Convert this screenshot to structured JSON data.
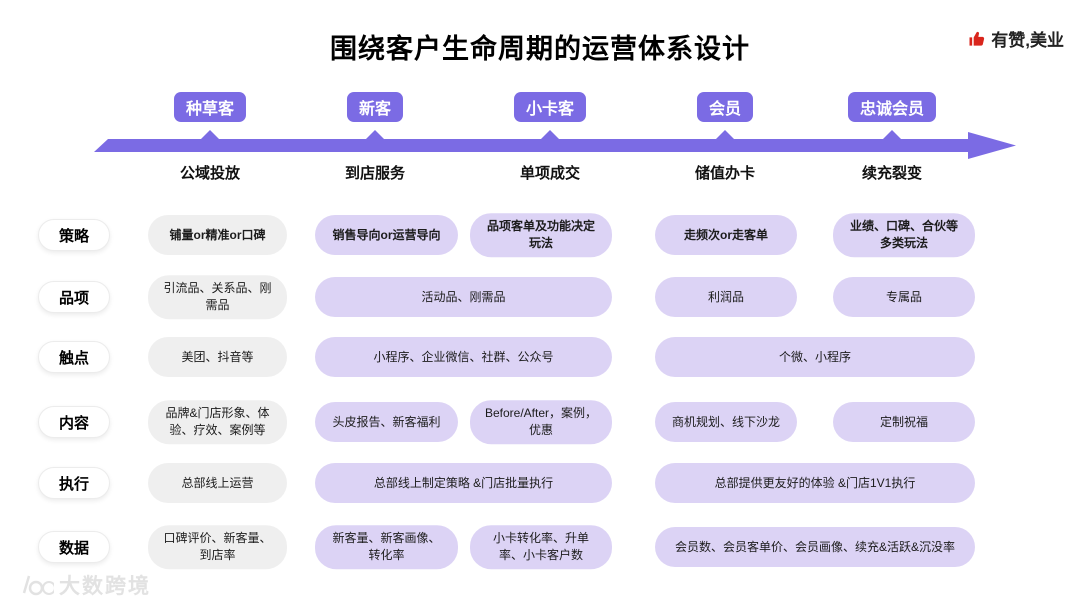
{
  "title": "围绕客户生命周期的运营体系设计",
  "brand": {
    "name": "有赞,美业",
    "icon": "thumbs-up-icon"
  },
  "timeline": {
    "stages": [
      {
        "badge": "种草客",
        "phase": "公域投放"
      },
      {
        "badge": "新客",
        "phase": "到店服务"
      },
      {
        "badge": "小卡客",
        "phase": "单项成交"
      },
      {
        "badge": "会员",
        "phase": "储值办卡"
      },
      {
        "badge": "忠诚会员",
        "phase": "续充裂变"
      }
    ]
  },
  "matrix": {
    "rows": [
      {
        "label": "策略",
        "emphasis": true,
        "cells": [
          {
            "text": "铺量or精准or口碑",
            "col": 0,
            "span": 1,
            "variant": "gray"
          },
          {
            "text": "销售导向or运营导向",
            "col": 1,
            "span": 1,
            "variant": "purple"
          },
          {
            "text": "品项客单及功能决定玩法",
            "col": 2,
            "span": 1,
            "variant": "purple"
          },
          {
            "text": "走频次or走客单",
            "col": 3,
            "span": 1,
            "variant": "purple"
          },
          {
            "text": "业绩、口碑、合伙等多类玩法",
            "col": 4,
            "span": 1,
            "variant": "purple"
          }
        ]
      },
      {
        "label": "品项",
        "emphasis": false,
        "cells": [
          {
            "text": "引流品、关系品、刚需品",
            "col": 0,
            "span": 1,
            "variant": "gray"
          },
          {
            "text": "活动品、刚需品",
            "col": 1,
            "span": 2,
            "variant": "purple"
          },
          {
            "text": "利润品",
            "col": 3,
            "span": 1,
            "variant": "purple"
          },
          {
            "text": "专属品",
            "col": 4,
            "span": 1,
            "variant": "purple"
          }
        ]
      },
      {
        "label": "触点",
        "emphasis": false,
        "cells": [
          {
            "text": "美团、抖音等",
            "col": 0,
            "span": 1,
            "variant": "gray"
          },
          {
            "text": "小程序、企业微信、社群、公众号",
            "col": 1,
            "span": 2,
            "variant": "purple"
          },
          {
            "text": "个微、小程序",
            "col": 3,
            "span": 2,
            "variant": "purple"
          }
        ]
      },
      {
        "label": "内容",
        "emphasis": false,
        "cells": [
          {
            "text": "品牌&门店形象、体验、疗效、案例等",
            "col": 0,
            "span": 1,
            "variant": "gray"
          },
          {
            "text": "头皮报告、新客福利",
            "col": 1,
            "span": 1,
            "variant": "purple"
          },
          {
            "text": "Before/After，案例，优惠",
            "col": 2,
            "span": 1,
            "variant": "purple"
          },
          {
            "text": "商机规划、线下沙龙",
            "col": 3,
            "span": 1,
            "variant": "purple"
          },
          {
            "text": "定制祝福",
            "col": 4,
            "span": 1,
            "variant": "purple"
          }
        ]
      },
      {
        "label": "执行",
        "emphasis": false,
        "cells": [
          {
            "text": "总部线上运营",
            "col": 0,
            "span": 1,
            "variant": "gray"
          },
          {
            "text": "总部线上制定策略 &门店批量执行",
            "col": 1,
            "span": 2,
            "variant": "purple"
          },
          {
            "text": "总部提供更友好的体验 &门店1V1执行",
            "col": 3,
            "span": 2,
            "variant": "purple"
          }
        ]
      },
      {
        "label": "数据",
        "emphasis": false,
        "cells": [
          {
            "text": "口碑评价、新客量、到店率",
            "col": 0,
            "span": 1,
            "variant": "gray"
          },
          {
            "text": "新客量、新客画像、转化率",
            "col": 1,
            "span": 1,
            "variant": "purple"
          },
          {
            "text": "小卡转化率、升单率、小卡客户数",
            "col": 2,
            "span": 1,
            "variant": "purple"
          },
          {
            "text": "会员数、会员客单价、会员画像、续充&活跃&沉没率",
            "col": 3,
            "span": 2,
            "variant": "purple"
          }
        ]
      }
    ]
  },
  "watermark": "大数跨境",
  "colors": {
    "accent": "#7b6be4",
    "pill_purple": "#dcd3f5",
    "pill_gray": "#efefef",
    "brand_red": "#d9251c",
    "watermark_gray": "#e2e2e2"
  }
}
